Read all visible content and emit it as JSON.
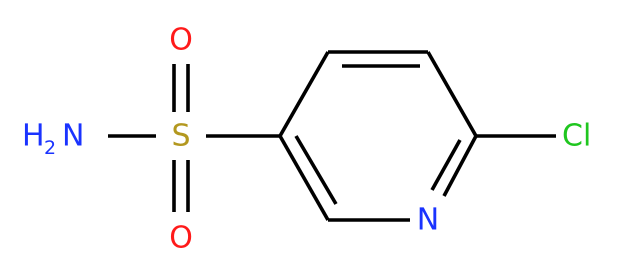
{
  "atoms": {
    "n_amine": {
      "symbol": "H",
      "subscript": "2",
      "element": "N",
      "color": "#1a33ff"
    },
    "s": {
      "symbol": "S",
      "color": "#b3981f"
    },
    "o_top": {
      "symbol": "O",
      "color": "#ff1a1a"
    },
    "o_bottom": {
      "symbol": "O",
      "color": "#ff1a1a"
    },
    "n_ring": {
      "symbol": "N",
      "color": "#1a33ff"
    },
    "cl": {
      "symbol": "Cl",
      "color": "#1fc61f"
    }
  },
  "bond_color": "#000000"
}
